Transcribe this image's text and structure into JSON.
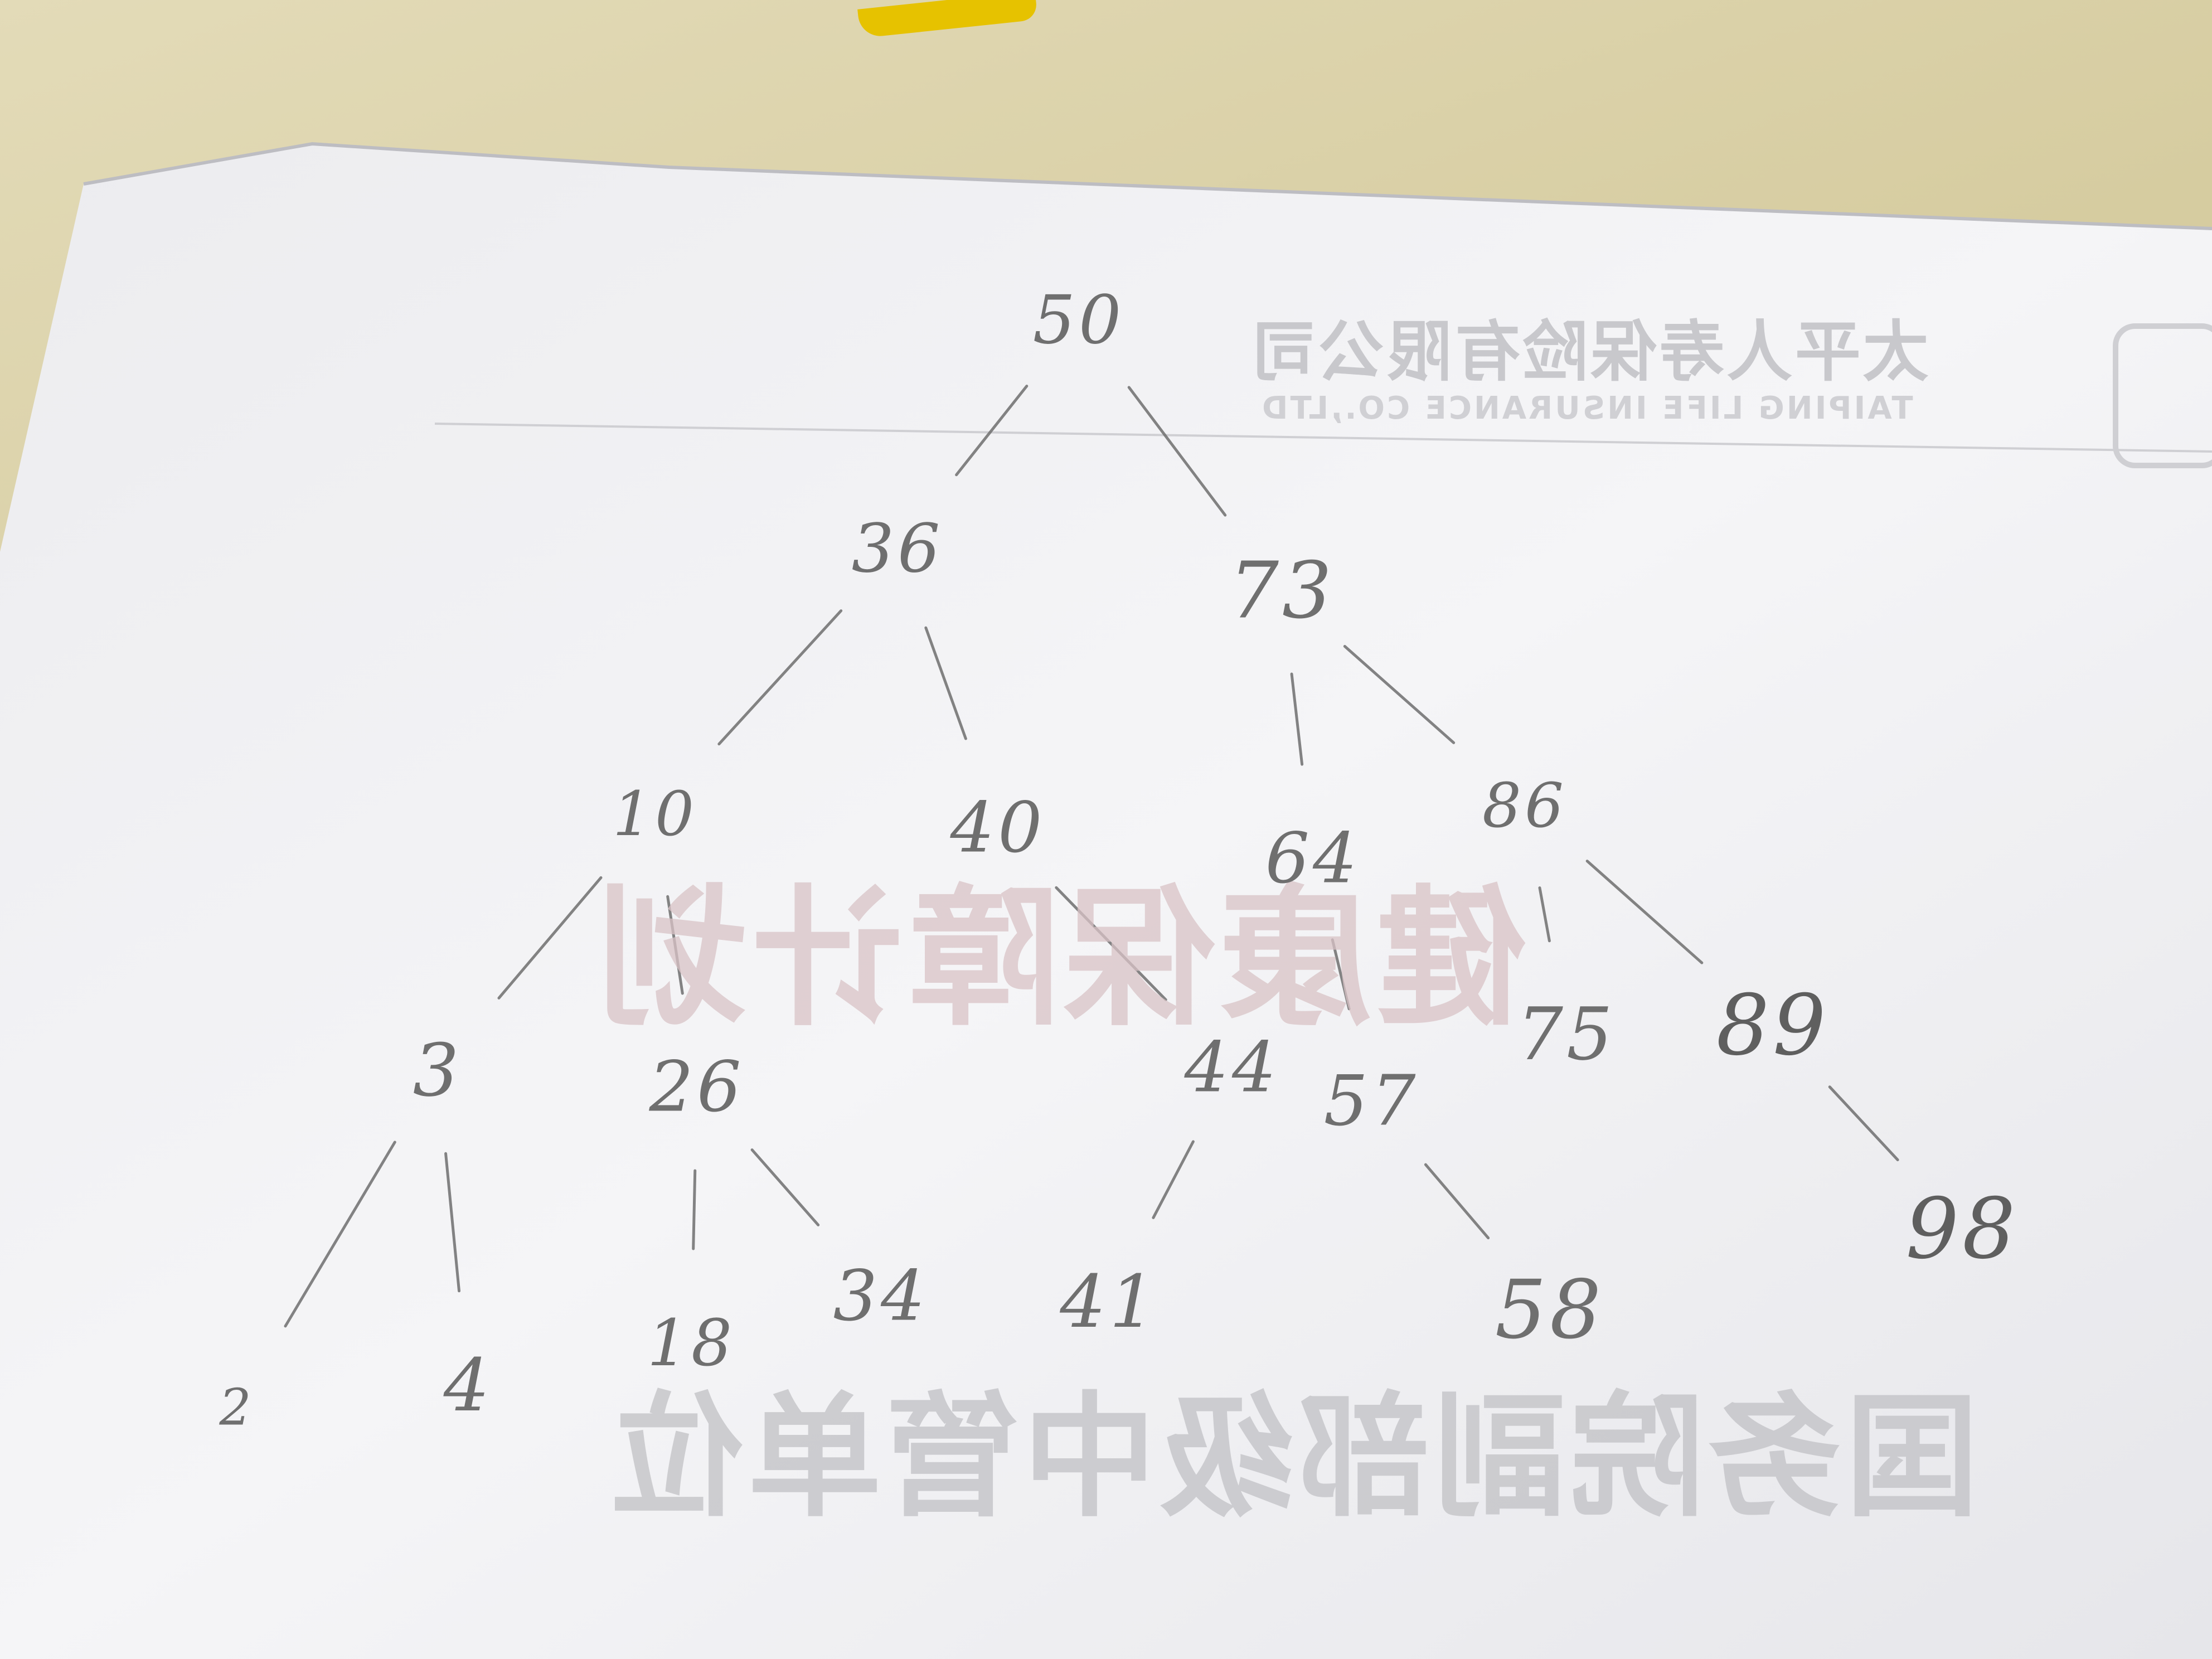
{
  "tree": {
    "edges": [
      [
        "50",
        "36"
      ],
      [
        "50",
        "73"
      ],
      [
        "36",
        "10"
      ],
      [
        "36",
        "40"
      ],
      [
        "73",
        "64"
      ],
      [
        "73",
        "86"
      ],
      [
        "10",
        "3"
      ],
      [
        "10",
        "26"
      ],
      [
        "40",
        "44"
      ],
      [
        "64",
        "57"
      ],
      [
        "86",
        "75"
      ],
      [
        "86",
        "89"
      ],
      [
        "3",
        "2"
      ],
      [
        "3",
        "4"
      ],
      [
        "26",
        "18"
      ],
      [
        "26",
        "34"
      ],
      [
        "44",
        "41"
      ],
      [
        "57",
        "58"
      ],
      [
        "89",
        "98"
      ]
    ],
    "nodes": {
      "50": "50",
      "36": "36",
      "73": "73",
      "10": "10",
      "40": "40",
      "64": "64",
      "86": "86",
      "3": "3",
      "26": "26",
      "44": "44",
      "57": "57",
      "75": "75",
      "89": "89",
      "2": "2",
      "4": "4",
      "18": "18",
      "34": "34",
      "41": "41",
      "58": "58",
      "98": "98"
    }
  },
  "show_through": {
    "company_name": "太平人寿保险有限公司",
    "company_name_en": "TAIPING LIFE INSURANCE CO.,LTD",
    "heading_red": "健康保障计划",
    "subheading": "国务院副部级中管单位",
    "colors": {
      "red": "#c9a0a4",
      "gray": "#b9b9b9"
    }
  },
  "colors": {
    "paper": "#f3f3f4",
    "pencil": "#6f6f6f"
  }
}
